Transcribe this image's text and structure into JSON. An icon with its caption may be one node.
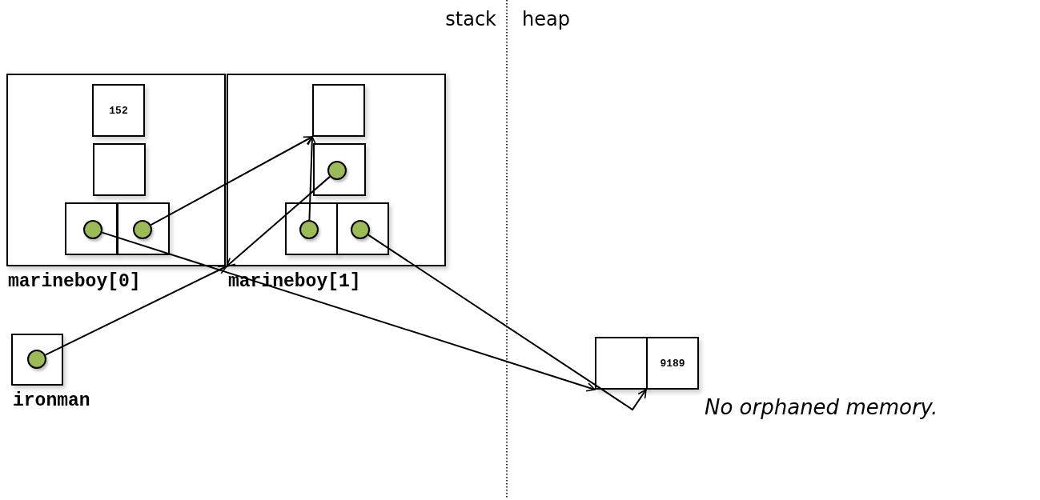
{
  "diagram": {
    "nodes": [
      {
        "text": [
          "marineboy[0]"
        ]
      },
      {
        "text": [
          "152"
        ],
        "in": 0
      },
      {
        "text": [],
        "shape": "box",
        "in": 0
      },
      {
        "text": [],
        "shape": "box",
        "in": 0
      },
      {
        "text": [],
        "shape": "circle",
        "in": 3
      },
      {
        "text": [],
        "shape": "box",
        "in": 0
      },
      {
        "text": [],
        "shape": "circle",
        "in": 5
      },
      {
        "text": [
          "marineboy[1]"
        ]
      },
      {
        "text": [],
        "shape": "box",
        "in": 7
      },
      {
        "text": [],
        "shape": "box",
        "in": 7
      },
      {
        "text": [],
        "shape": "circle",
        "in": 9
      },
      {
        "text": [],
        "shape": "box",
        "in": 7
      },
      {
        "text": [],
        "shape": "circle",
        "in": 11
      },
      {
        "text": [],
        "shape": "box",
        "in": 7
      },
      {
        "text": [],
        "shape": "circle",
        "in": 13
      },
      {
        "text": [
          "ironman"
        ]
      },
      {
        "text": [],
        "shape": "circle",
        "in": 15
      },
      {
        "text": [],
        "shape": "box"
      },
      {
        "text": [
          "9189"
        ]
      }
    ],
    "edges": [
      {
        "from": 6,
        "to": 8,
        "arrow": "to"
      },
      {
        "from": 12,
        "to": 8,
        "arrow": "to"
      },
      {
        "from": 10,
        "to": 7,
        "arrow": "to"
      },
      {
        "from": 16,
        "to": 7,
        "arrow": "to"
      },
      {
        "from": 4,
        "to": 17,
        "arrow": "to"
      },
      {
        "from": 14,
        "to": 18,
        "arrow": "to"
      }
    ],
    "labels": [
      "stack",
      "heap",
      "No orphaned memory."
    ]
  }
}
